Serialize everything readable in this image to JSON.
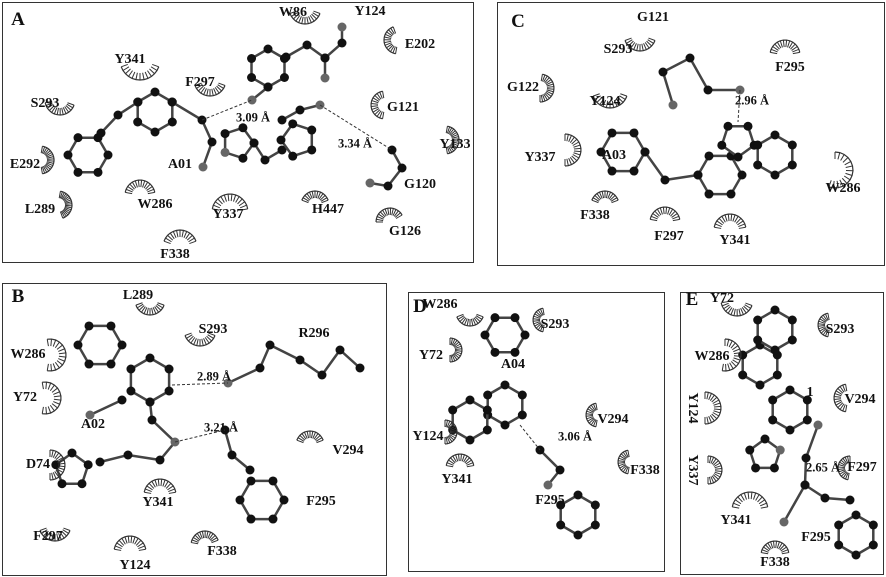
{
  "panels": {
    "A": {
      "letter": "A",
      "ligand": "A01",
      "residues": [
        "W86",
        "Y124",
        "E202",
        "Y341",
        "F297",
        "S293",
        "G121",
        "Y133",
        "E292",
        "G120",
        "L289",
        "W286",
        "Y337",
        "H447",
        "G126",
        "F338"
      ],
      "distances": [
        "3.09 Å",
        "3.34 Å"
      ]
    },
    "B": {
      "letter": "B",
      "ligand": "A02",
      "residues": [
        "L289",
        "S293",
        "R296",
        "W286",
        "Y72",
        "V294",
        "D74",
        "Y341",
        "F295",
        "F297",
        "F338",
        "Y124"
      ],
      "distances": [
        "2.89 Å",
        "3.21 Å"
      ]
    },
    "C": {
      "letter": "C",
      "ligand": "A03",
      "residues": [
        "G121",
        "S293",
        "F295",
        "G122",
        "Y124",
        "Y337",
        "W286",
        "F338",
        "F297",
        "Y341"
      ],
      "distances": [
        "2.96 Å"
      ]
    },
    "D": {
      "letter": "D",
      "ligand": "A04",
      "residues": [
        "W286",
        "S293",
        "Y72",
        "V294",
        "Y124",
        "F338",
        "Y341",
        "F295"
      ],
      "distances": [
        "3.06 Å"
      ]
    },
    "E": {
      "letter": "E",
      "ligand": "1",
      "residues": [
        "Y72",
        "S293",
        "W286",
        "Y124",
        "V294",
        "Y337",
        "F297",
        "Y341",
        "F295",
        "F338"
      ],
      "distances": [
        "2.65 Å"
      ]
    }
  },
  "colors": {
    "atom": "#111111",
    "hetero": "#666666",
    "bond": "#444444",
    "arc": "#333333"
  }
}
